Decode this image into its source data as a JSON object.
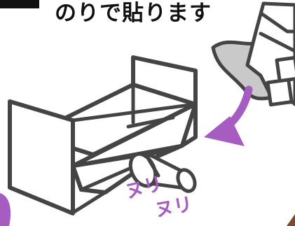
{
  "headline": "のりで貼ります",
  "rub_label_1": "ヌリ",
  "rub_label_2": "ヌリ",
  "colors": {
    "outline": "#444444",
    "accent": "#a65cc0",
    "paper": "#c9c9c9",
    "background": "#ffffff"
  }
}
